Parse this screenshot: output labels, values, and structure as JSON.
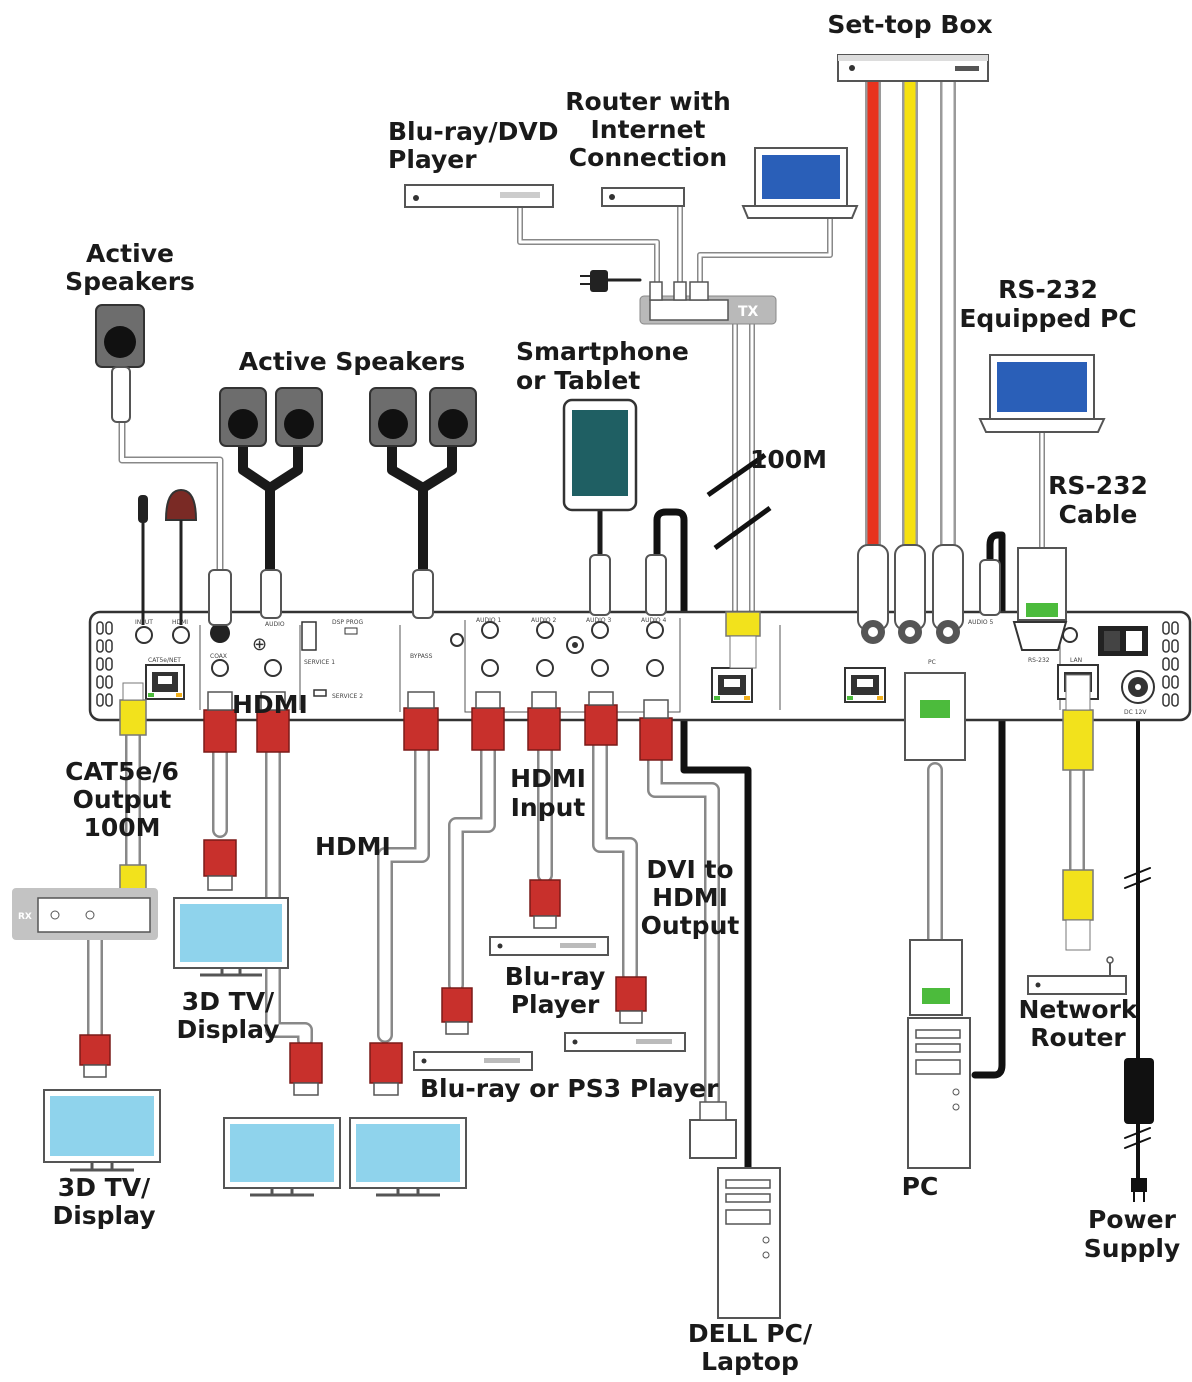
{
  "labels": {
    "set_top_box": "Set-top Box",
    "router_l1": "Router with",
    "router_l2": "Internet",
    "router_l3": "Connection",
    "bluray_dvd_l1": "Blu-ray/DVD",
    "bluray_dvd_l2": "Player",
    "active_speakers_l1": "Active",
    "active_speakers_l2": "Speakers",
    "active_speakers_2": "Active Speakers",
    "smartphone_l1": "Smartphone",
    "smartphone_l2": "or Tablet",
    "rs232_pc_l1": "RS-232",
    "rs232_pc_l2": "Equipped PC",
    "rs232_cable_l1": "RS-232",
    "rs232_cable_l2": "Cable",
    "hundred_m": "100M",
    "tx": "TX",
    "rx": "RX",
    "hdmi_top": "HDMI",
    "hdmi_mid": "HDMI",
    "hdmi_input_l1": "HDMI",
    "hdmi_input_l2": "Input",
    "cat_l1": "CAT5e/6",
    "cat_l2": "Output",
    "cat_l3": "100M",
    "dvi_l1": "DVI to",
    "dvi_l2": "HDMI",
    "dvi_l3": "Output",
    "tv_mid_l1": "3D TV/",
    "tv_mid_l2": "Display",
    "tv_left_l1": "3D TV/",
    "tv_left_l2": "Display",
    "bluray_l1": "Blu-ray",
    "bluray_l2": "Player",
    "bluray_ps3": "Blu-ray or PS3 Player",
    "network_l1": "Network",
    "network_l2": "Router",
    "pc": "PC",
    "dell_l1": "DELL PC/",
    "dell_l2": "Laptop",
    "power_l1": "Power",
    "power_l2": "Supply"
  },
  "panel_labels": {
    "input": "INPUT",
    "hdmi_in": "HDMI",
    "coax": "COAX",
    "audio": "AUDIO",
    "catsenet": "CAT5e/NET",
    "service1": "SERVICE 1",
    "service2": "SERVICE 2",
    "dsp": "DSP PROG",
    "bypass": "BYPASS",
    "audio1": "AUDIO 1",
    "audio2": "AUDIO 2",
    "audio3": "AUDIO 3",
    "audio4": "AUDIO 4",
    "audio5": "AUDIO 5",
    "rs232": "RS-232",
    "lan": "LAN",
    "dc": "DC 12V",
    "pc_port": "PC"
  },
  "colors": {
    "hdmi_plug": "#c8302c",
    "rj45_plug": "#f2e21c",
    "rs232_plug": "#4cbb3c",
    "screen": "#8fd3ec",
    "laptop_screen": "#2a5fb8",
    "tablet_screen": "#1f5f63",
    "cable_red": "#e8331e",
    "cable_yellow": "#f6e10f"
  }
}
